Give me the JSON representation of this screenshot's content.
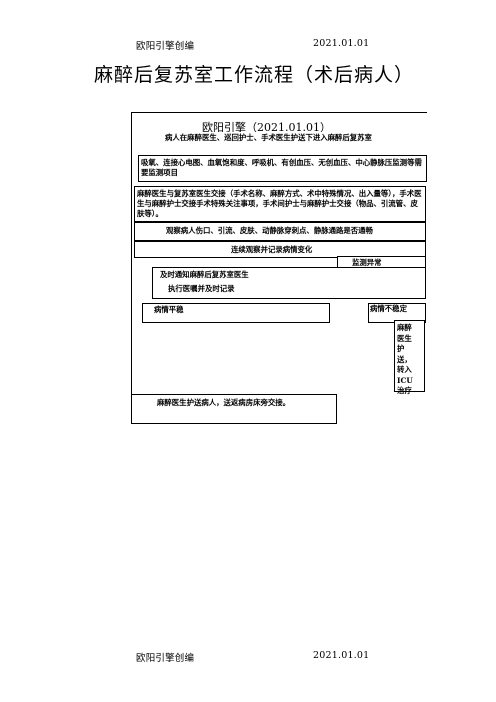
{
  "header": {
    "left": "欧阳引擎创编",
    "right": "2021.01.01"
  },
  "footer": {
    "left": "欧阳引擎创编",
    "right": "2021.01.01"
  },
  "title": "麻醉后复苏室工作流程（术后病人）",
  "flow": {
    "author_line": "欧阳引擎（2021.01.01）",
    "step1": "病人在麻醉医生、巡回护士、手术医生护送下进入麻醉后复苏室",
    "step2": "吸氧、连接心电图、血氧饱和度、呼吸机、有创血压、无创血压、中心静脉压监测等需要监测项目",
    "step3": "麻醉医生与复苏室医生交接（手术名称、麻醉方式、术中特殊情况、出入量等），手术医生与麻醉护士交接手术特殊关注事项，手术间护士与麻醉护士交接（物品、引流管、皮肤等）。",
    "step4": "观察病人伤口、引流、皮肤、动静脉穿刺点、静脉通路是否通畅",
    "step5": "连续观察并记录病情变化",
    "abnormal": "监测异常",
    "notify": "及时通知麻醉后复苏室医生",
    "execute": "执行医嘱并及时记录",
    "stable": "病情平稳",
    "unstable": "病情不稳定",
    "icu": "麻醉医生护送，转入ICU治疗",
    "return": "麻醉医生护送病人，送返病房床旁交接。"
  }
}
